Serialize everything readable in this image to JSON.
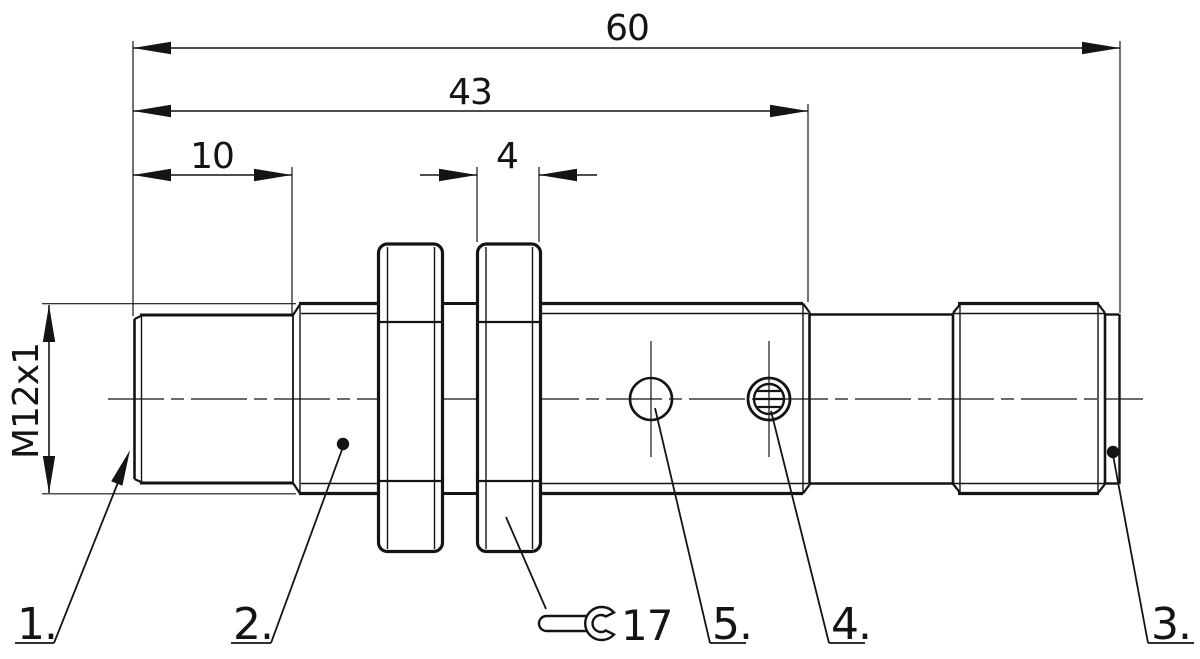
{
  "drawing": {
    "type": "technical-dimensional-drawing",
    "subject": "M12 cylindrical sensor, side view",
    "background_color": "#ffffff",
    "line_color": "#141414",
    "dimensions": {
      "overall_length": "60",
      "body_length": "43",
      "thread_length": "10",
      "locknut_thickness": "4",
      "thread_designation": "M12x1"
    },
    "wrench_note": {
      "icon": "open-end-wrench-icon",
      "size": "17"
    },
    "callouts": {
      "item1": "1.",
      "item2": "2.",
      "item3": "3.",
      "item4": "4.",
      "item5": "5."
    }
  }
}
